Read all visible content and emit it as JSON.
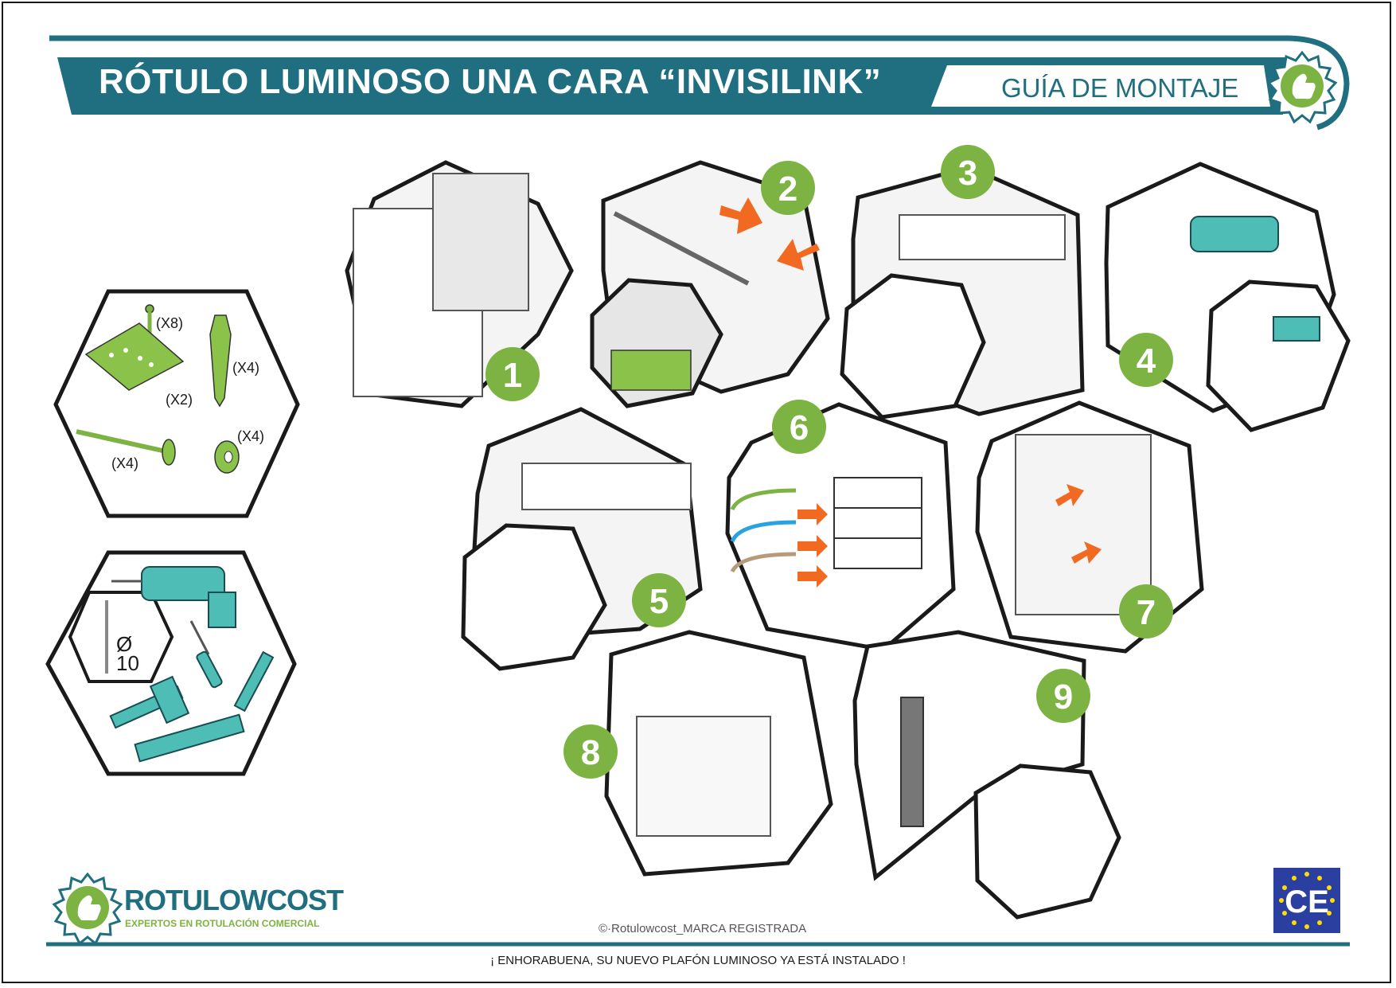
{
  "header": {
    "title": "RÓTULO LUMINOSO UNA CARA “INVISILINK”",
    "subtitle": "GUÍA DE MONTAJE"
  },
  "colors": {
    "teal": "#1f6f80",
    "green": "#7cb342",
    "orange": "#f26a22",
    "tool": "#4dbdb6",
    "outline": "#1a1a1a",
    "eu_blue": "#2b3fa0",
    "eu_star": "#ffdd00"
  },
  "parts": {
    "screws": "(X8)",
    "anchors": "(X4)",
    "plates": "(X2)",
    "long_screws": "(X4)",
    "washers": "(X4)"
  },
  "tools": {
    "drill_bit": "10",
    "icons": [
      "drill-icon",
      "screwdriver-icon",
      "pencil-icon",
      "hammer-icon",
      "spirit-level-icon"
    ]
  },
  "steps": [
    "1",
    "2",
    "3",
    "4",
    "5",
    "6",
    "7",
    "8",
    "9"
  ],
  "footer": {
    "brand": "ROTULOWCOST",
    "tagline": "EXPERTOS EN ROTULACIÓN COMERCIAL",
    "copyright": "©·Rotulowcost_MARCA REGISTRADA",
    "message": "¡ ENHORABUENA, SU NUEVO PLAFÓN LUMINOSO YA ESTÁ INSTALADO !"
  },
  "certification": {
    "mark": "CE"
  }
}
